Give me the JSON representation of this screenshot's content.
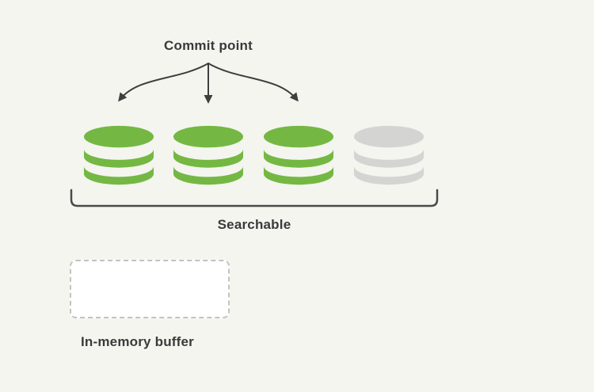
{
  "background": "#f4f5ef",
  "labels": {
    "commit_point": "Commit point",
    "searchable": "Searchable",
    "in_memory_buffer": "In-memory buffer"
  },
  "colors": {
    "text": "#3a3a3a",
    "arrow": "#3f3f3f",
    "bracket": "#4a4a4a",
    "segment_green": "#74b843",
    "segment_gray": "#d4d4d2",
    "buffer_border": "#c3c3c0",
    "buffer_fill": "#ffffff"
  },
  "segments": [
    {
      "color": "#74b843"
    },
    {
      "color": "#74b843"
    },
    {
      "color": "#74b843"
    },
    {
      "color": "#d4d4d2"
    }
  ]
}
